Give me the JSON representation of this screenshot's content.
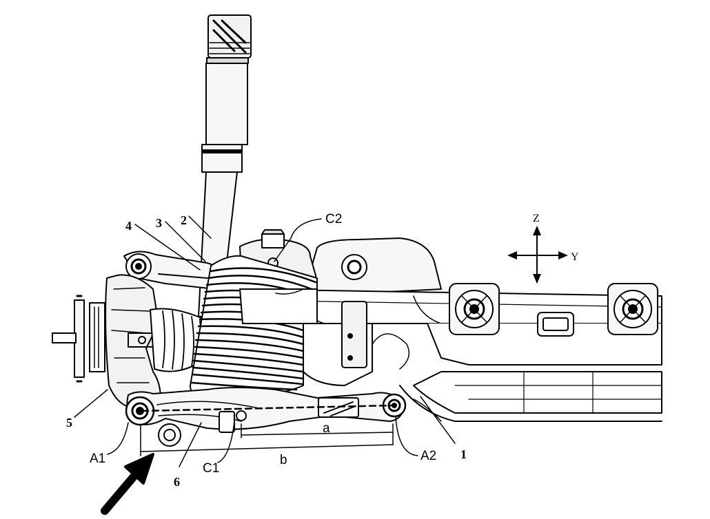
{
  "labels": {
    "l1": "1",
    "l2": "2",
    "l3": "3",
    "l4": "4",
    "l5": "5",
    "l6": "6",
    "a1": "A1",
    "a2": "A2",
    "c1": "C1",
    "c2": "C2",
    "dim_a": "a",
    "dim_b": "b",
    "axis_z": "Z",
    "axis_y": "Y"
  },
  "colors": {
    "line": "#000000",
    "fill_light": "#f2f2f2",
    "fill_mid": "#d9d9d9",
    "background": "#ffffff"
  },
  "icons": {
    "direction_arrow": "arrow-icon",
    "axis_indicator": "axis-cross-icon"
  }
}
